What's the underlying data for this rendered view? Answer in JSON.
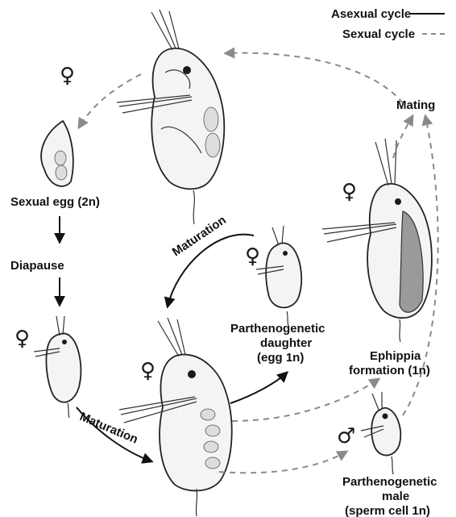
{
  "legend": {
    "asexual": "Asexual cycle",
    "sexual": "Sexual cycle"
  },
  "labels": {
    "sexual_egg": "Sexual egg (2n)",
    "diapause": "Diapause",
    "mating": "Mating",
    "maturation_top": "Maturation",
    "maturation_bottom": "Maturation",
    "parth_daughter_1": "Parthenogenetic",
    "parth_daughter_2": "daughter",
    "parth_daughter_3": "(egg 1n)",
    "ephippia_1": "Ephippia",
    "ephippia_2": "formation (1n)",
    "parth_male_1": "Parthenogenetic",
    "parth_male_2": "male",
    "parth_male_3": "(sperm cell 1n)"
  },
  "symbols": {
    "female": "♀",
    "male": "♂"
  },
  "colors": {
    "asexual_line": "#111111",
    "sexual_line": "#8a8a8a"
  }
}
